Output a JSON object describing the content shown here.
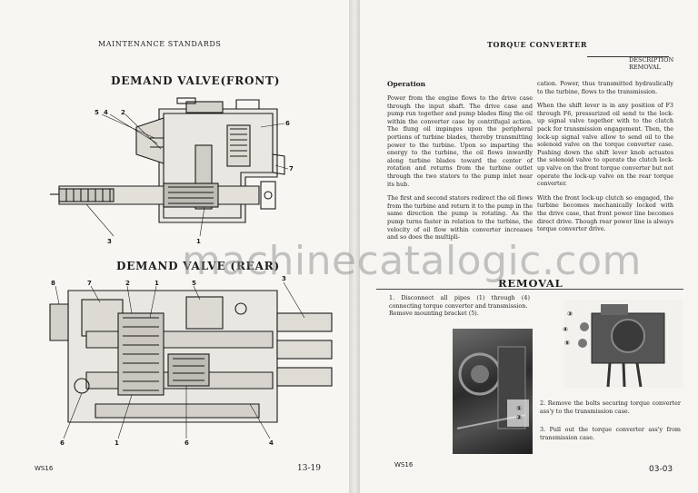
{
  "left_page": {
    "header": "MAINTENANCE STANDARDS",
    "front_title": "DEMAND VALVE(FRONT)",
    "rear_title": "DEMAND VALVE (REAR)",
    "front_callouts": [
      "5",
      "4",
      "2",
      "6",
      "7",
      "3",
      "1"
    ],
    "rear_callouts": [
      "8",
      "7",
      "2",
      "1",
      "5",
      "3",
      "6",
      "1",
      "6",
      "4"
    ],
    "footer_code": "WS16",
    "page_number": "13-19"
  },
  "right_page": {
    "header": "TORQUE CONVERTER",
    "section_tag_1": "DESCRIPTION",
    "section_tag_2": "REMOVAL",
    "operation_heading": "Operation",
    "col1": [
      "Power from the engine flows to the drive case through the input shaft. The drive case and pump run together and pump blades fling the oil within the converter case by centrifugal action. The flung oil impinges upon the peripheral portions of turbine blades, thereby transmitting power to the turbine. Upon so imparting the energy to the turbine, the oil flows inwardly along turbine blades toward the center of rotation and returns from the turbine outlet through the two stators to the pump inlet near its hub.",
      "The first and second stators redirect the oil flows from the turbine and return it to the pump in the same direction the pump is rotating. As the pump turns faster in relation to the turbine, the velocity of oil flow within converter increases and so does the multipli-"
    ],
    "col2": [
      "cation. Power, thus transmitted hydraulically to the turbine, flows to the transmission.",
      "When the shift lever is in any position of F3 through F6, pressurized oil send to the lock-up signal valve together with to the clutch pack for transmission engagement. Then, the lock-up signal valve allow to send oil to the solenoid valve on the torque converter case. Pushing down the shift lever knob actuates the solenoid valve to operate the clutch lock-up valve on the front torque converter but not operate the lock-up valve on the rear torque converter.",
      "With the front lock-up clutch so engaged, the turbine becomes mechanically locked with the drive case, that front power line becomes direct drive. Though rear power line is always torque converter drive."
    ],
    "removal_title": "REMOVAL",
    "step1": "1. Disconnect all pipes (1) through (4) connecting torque converter and transmission.",
    "step1b": "Remove mounting bracket (5).",
    "step2": "2. Remove the bolts securing torque converter ass'y to the transmission case.",
    "step3": "3. Pull out the torque converter ass'y from transmission case.",
    "photo1_callouts": [
      "①",
      "②"
    ],
    "photo2_callouts": [
      "③",
      "④",
      "⑤"
    ],
    "footer_code": "WS16",
    "page_number": "03-03"
  },
  "watermark": "machinecatalogic.com"
}
